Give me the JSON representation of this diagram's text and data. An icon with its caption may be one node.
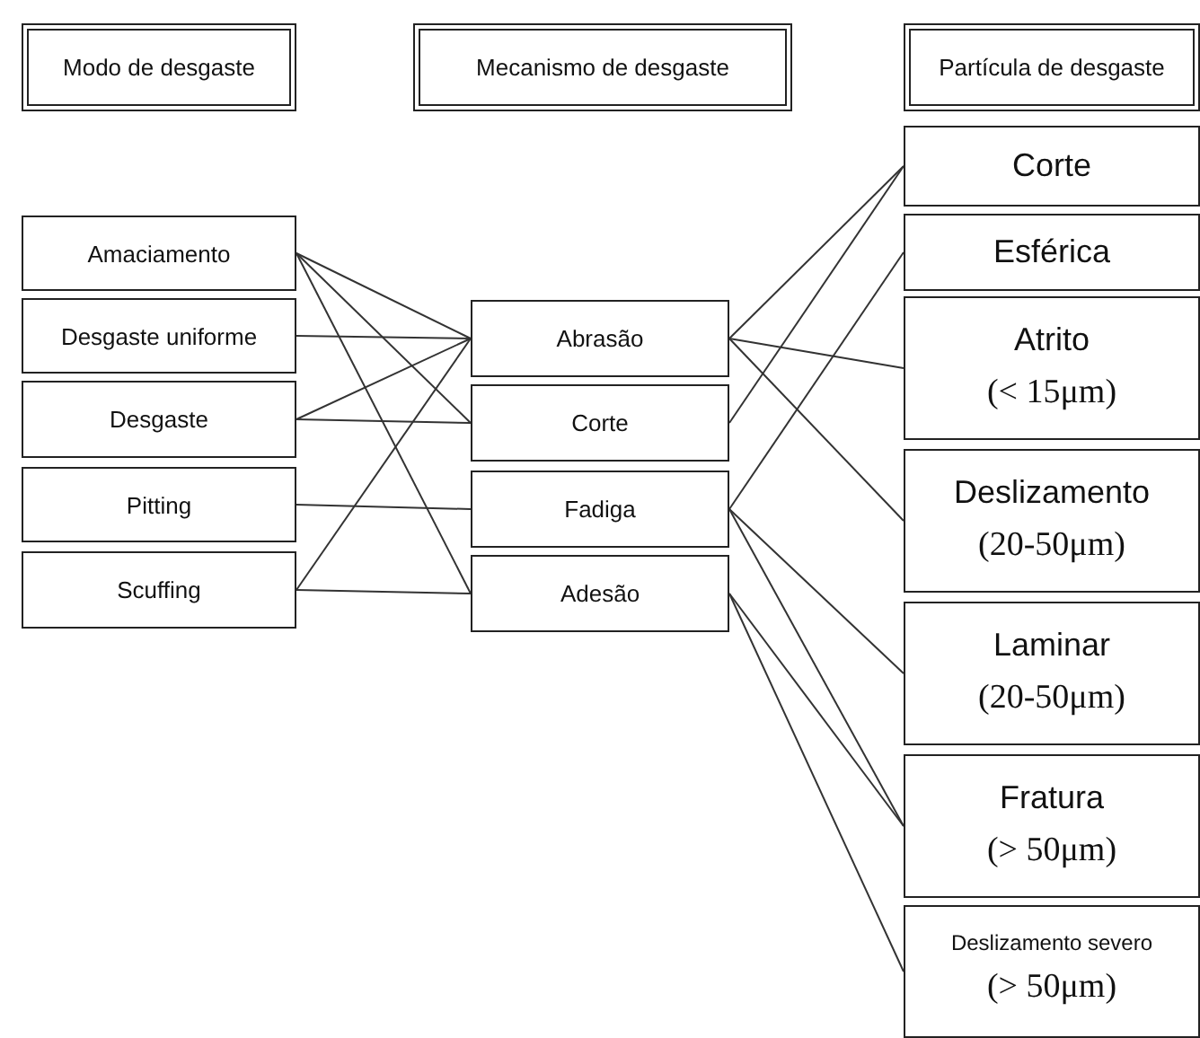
{
  "diagram": {
    "nodes": [
      {
        "text": [
          "Modo de desgaste"
        ]
      },
      {
        "text": [
          "Mecanismo de desgaste"
        ]
      },
      {
        "text": [
          "Partícula de desgaste"
        ]
      },
      {
        "text": [
          "Amaciamento"
        ]
      },
      {
        "text": [
          "Desgaste uniforme"
        ]
      },
      {
        "text": [
          "Desgaste"
        ]
      },
      {
        "text": [
          "Pitting"
        ]
      },
      {
        "text": [
          "Scuffing"
        ]
      },
      {
        "text": [
          "Abrasão"
        ]
      },
      {
        "text": [
          "Corte"
        ]
      },
      {
        "text": [
          "Fadiga"
        ]
      },
      {
        "text": [
          "Adesão"
        ]
      },
      {
        "text": [
          "Corte"
        ]
      },
      {
        "text": [
          "Esférica"
        ]
      },
      {
        "text": [
          "Atrito",
          "(< 15μm)"
        ]
      },
      {
        "text": [
          "Deslizamento",
          "(20-50μm)"
        ]
      },
      {
        "text": [
          "Laminar",
          "(20-50μm)"
        ]
      },
      {
        "text": [
          "Fratura",
          "(> 50μm)"
        ]
      },
      {
        "text": [
          "Deslizamento severo",
          "(> 50μm)"
        ]
      }
    ],
    "edges": [
      {
        "from": 3,
        "to": 8,
        "arrow": "none"
      },
      {
        "from": 3,
        "to": 9,
        "arrow": "none"
      },
      {
        "from": 3,
        "to": 11,
        "arrow": "none"
      },
      {
        "from": 4,
        "to": 8,
        "arrow": "none"
      },
      {
        "from": 5,
        "to": 8,
        "arrow": "none"
      },
      {
        "from": 5,
        "to": 9,
        "arrow": "none"
      },
      {
        "from": 6,
        "to": 10,
        "arrow": "none"
      },
      {
        "from": 7,
        "to": 8,
        "arrow": "none"
      },
      {
        "from": 7,
        "to": 11,
        "arrow": "none"
      },
      {
        "from": 8,
        "to": 12,
        "arrow": "none"
      },
      {
        "from": 8,
        "to": 14,
        "arrow": "none"
      },
      {
        "from": 8,
        "to": 15,
        "arrow": "none"
      },
      {
        "from": 9,
        "to": 12,
        "arrow": "none"
      },
      {
        "from": 10,
        "to": 13,
        "arrow": "none"
      },
      {
        "from": 10,
        "to": 16,
        "arrow": "none"
      },
      {
        "from": 10,
        "to": 17,
        "arrow": "none"
      },
      {
        "from": 11,
        "to": 17,
        "arrow": "none"
      },
      {
        "from": 11,
        "to": 18,
        "arrow": "none"
      }
    ]
  }
}
